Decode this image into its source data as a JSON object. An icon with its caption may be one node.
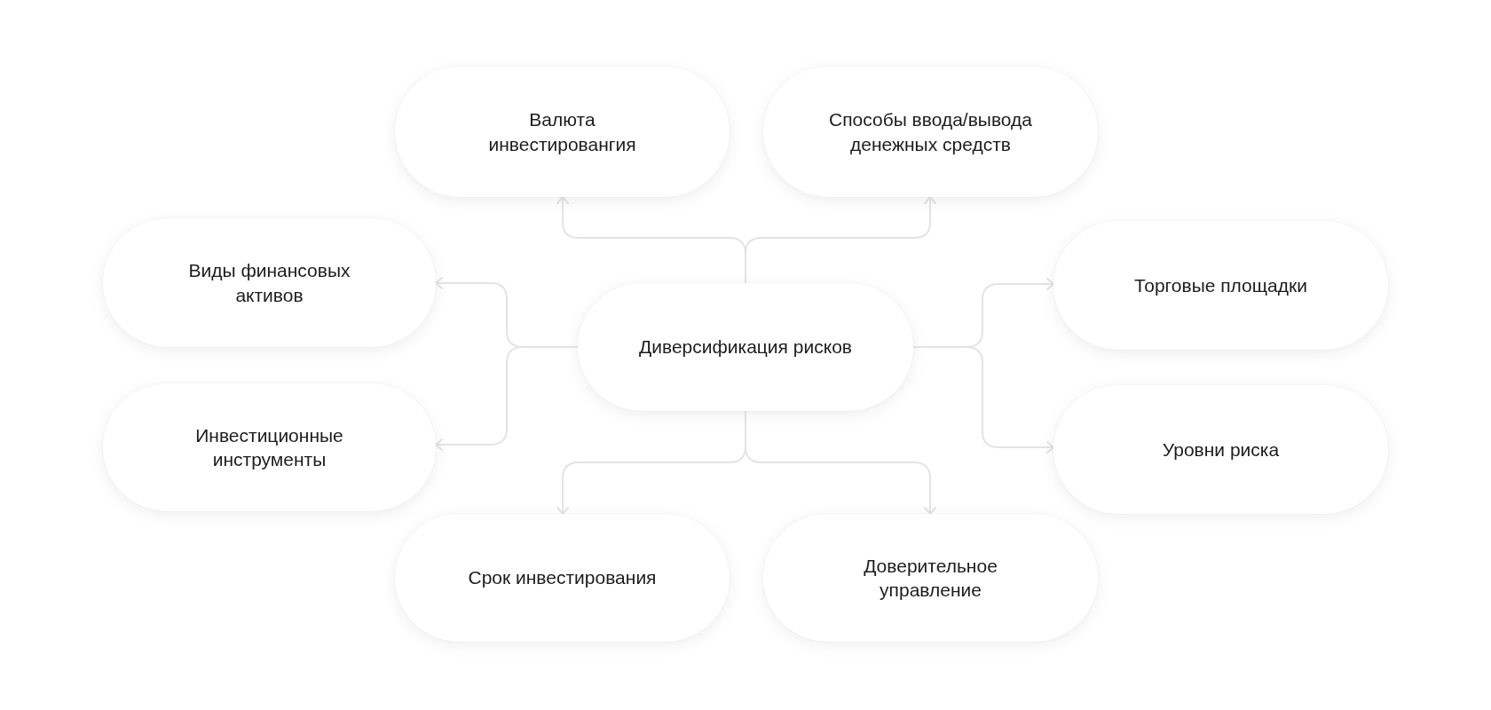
{
  "diagram": {
    "nodes": [
      {
        "text": [
          "Валюта инвестировангия"
        ]
      },
      {
        "text": [
          "Способы ввода/вывода денежных средств"
        ]
      },
      {
        "text": [
          "Виды финансовых активов"
        ]
      },
      {
        "text": [
          "Диверсификация рисков"
        ]
      },
      {
        "text": [
          "Торговые площадки"
        ]
      },
      {
        "text": [
          "Инвестиционные инструменты"
        ]
      },
      {
        "text": [
          "Уровни риска"
        ]
      },
      {
        "text": [
          "Срок инвестирования"
        ]
      },
      {
        "text": [
          "Доверительное управление"
        ]
      }
    ],
    "edges": [
      {
        "from": 3,
        "to": 0,
        "arrow": "to"
      },
      {
        "from": 3,
        "to": 1,
        "arrow": "to"
      },
      {
        "from": 3,
        "to": 2,
        "arrow": "to"
      },
      {
        "from": 3,
        "to": 4,
        "arrow": "to"
      },
      {
        "from": 3,
        "to": 5,
        "arrow": "to"
      },
      {
        "from": 3,
        "to": 6,
        "arrow": "to"
      },
      {
        "from": 3,
        "to": 7,
        "arrow": "to"
      },
      {
        "from": 3,
        "to": 8,
        "arrow": "to"
      }
    ]
  }
}
